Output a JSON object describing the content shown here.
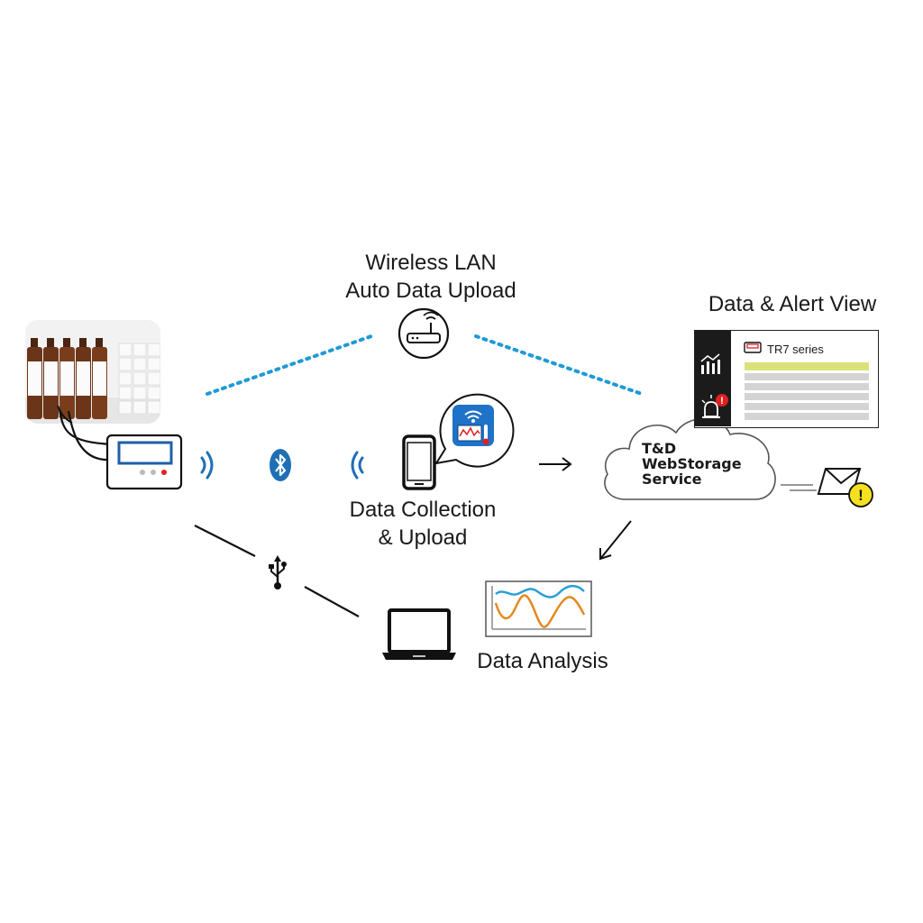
{
  "labels": {
    "wireless": [
      "Wireless LAN",
      "Auto Data Upload"
    ],
    "data_alert_view": "Data & Alert View",
    "collection": [
      "Data Collection",
      "& Upload"
    ],
    "analysis": "Data Analysis"
  },
  "cloud": {
    "lines": [
      "T&D",
      "WebStorage",
      "Service"
    ]
  },
  "panel": {
    "title": "TR7 series"
  },
  "colors": {
    "dotted_link": "#1e9ad6",
    "bluetooth": "#1f6fb5",
    "analysis_series_1": "#2a9fd8",
    "analysis_series_2": "#e58a1f",
    "alert_badge": "#e02020",
    "warning": "#f5e020",
    "panel_highlight": "#d9e27a",
    "panel_sidebar": "#1b1b1b"
  },
  "icons": [
    "router-icon",
    "signal-waves-icon",
    "bluetooth-icon",
    "smartphone-icon",
    "app-icon",
    "usb-icon",
    "laptop-icon",
    "chart-icon",
    "envelope-icon",
    "warning-icon",
    "alarm-icon",
    "bar-chart-icon"
  ]
}
